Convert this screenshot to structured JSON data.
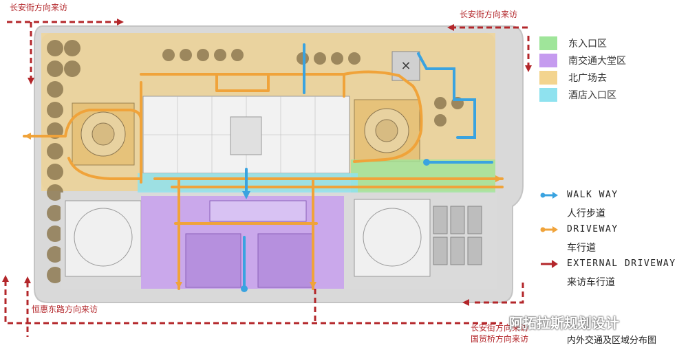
{
  "approach_labels": {
    "chang_an_left": "长安街方向来访",
    "chang_an_right": "长安街方向来访",
    "hui_east": "恒惠东路方向来访",
    "bottom_right_top": "长安街方向来访",
    "bottom_right_bottom": "国贸桥方向来访"
  },
  "legend": {
    "zones": [
      {
        "label": "东入口区",
        "color": "#9fe59a"
      },
      {
        "label": "南交通大堂区",
        "color": "#c59bef"
      },
      {
        "label": "北广场去",
        "color": "#f3d48f"
      },
      {
        "label": "酒店入口区",
        "color": "#8fe2ef"
      }
    ],
    "arrows": [
      {
        "en": "WALK WAY",
        "cn": "人行步道",
        "color": "#3aa3e0"
      },
      {
        "en": "DRIVEWAY",
        "cn": "车行道",
        "color": "#f0a33a"
      },
      {
        "en": "EXTERNAL DRIVEWAY",
        "cn": "来访车行道",
        "color": "#b3262a"
      }
    ]
  },
  "watermark": "阿拓拉斯规划设计",
  "caption": "内外交通及区域分布图"
}
